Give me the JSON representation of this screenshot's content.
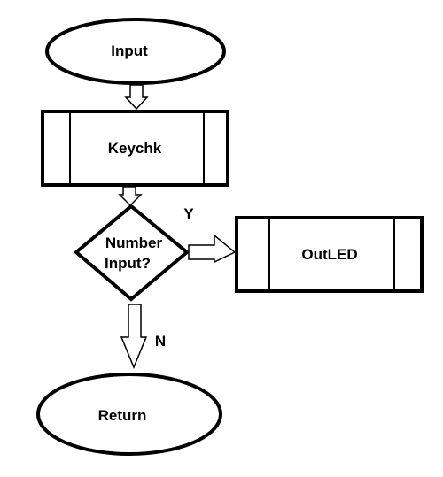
{
  "flowchart": {
    "start": {
      "label": "Input"
    },
    "process_keychk": {
      "label": "Keychk"
    },
    "decision": {
      "line1": "Number",
      "line2": "Input?"
    },
    "yes_label": "Y",
    "no_label": "N",
    "process_outled": {
      "label": "OutLED"
    },
    "end": {
      "label": "Return"
    }
  },
  "colors": {
    "stroke": "#000000",
    "fill": "#ffffff"
  }
}
